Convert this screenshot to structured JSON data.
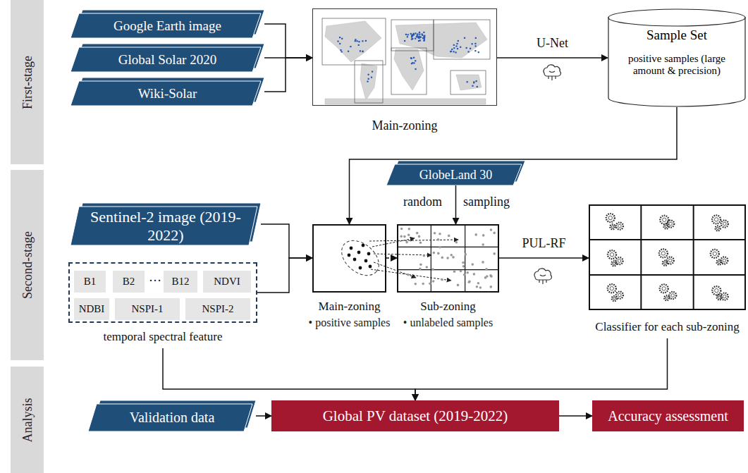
{
  "diagram": {
    "nodes": [
      {
        "text": [
          "First-stage"
        ]
      },
      {
        "text": [
          "Google Earth image"
        ]
      },
      {
        "text": [
          "Global Solar 2020"
        ]
      },
      {
        "text": [
          "Wiki-Solar"
        ]
      },
      {
        "text": [
          "Main-zoning"
        ]
      },
      {
        "text": [
          "Sample Set",
          "positive samples (large amount & precision)"
        ]
      },
      {
        "text": [
          "Second-stage"
        ]
      },
      {
        "text": [
          "GlobeLand 30"
        ]
      },
      {
        "text": [
          "Sentinel-2 image (2019-2022)"
        ]
      },
      {
        "text": [
          "temporal spectral feature"
        ]
      },
      {
        "text": [
          "B1"
        ],
        "in": 9
      },
      {
        "text": [
          "B2"
        ],
        "in": 9
      },
      {
        "text": [
          "B12"
        ],
        "in": 9
      },
      {
        "text": [
          "NDVI"
        ],
        "in": 9
      },
      {
        "text": [
          "NDBI"
        ],
        "in": 9
      },
      {
        "text": [
          "NSPI-1"
        ],
        "in": 9
      },
      {
        "text": [
          "NSPI-2"
        ],
        "in": 9
      },
      {
        "text": [
          "Main-zoning",
          "• positive samples"
        ]
      },
      {
        "text": [
          "Sub-zoning",
          "• unlabeled samples"
        ]
      },
      {
        "text": [
          "Classifier for each sub-zoning"
        ]
      },
      {
        "text": [
          "Analysis"
        ]
      },
      {
        "text": [
          "Validation data"
        ]
      },
      {
        "text": [
          "Global PV dataset (2019-2022)"
        ]
      },
      {
        "text": [
          "Accuracy assessment"
        ]
      }
    ],
    "edges": [
      {
        "from": 1,
        "to": 4,
        "arrow": "to"
      },
      {
        "from": 2,
        "to": 4,
        "arrow": "to"
      },
      {
        "from": 3,
        "to": 4,
        "arrow": "to"
      },
      {
        "from": 4,
        "to": 5,
        "label": "U-Net",
        "arrow": "to"
      },
      {
        "from": 5,
        "to": 17,
        "arrow": "to"
      },
      {
        "from": 7,
        "to": 18,
        "arrow": "to"
      },
      {
        "from": 8,
        "to": 17,
        "arrow": "to"
      },
      {
        "from": 9,
        "to": 17,
        "arrow": "to"
      },
      {
        "from": 17,
        "to": 18,
        "arrow": "to"
      },
      {
        "from": 18,
        "to": 19,
        "label": "PUL-RF",
        "arrow": "to"
      },
      {
        "from": 9,
        "to": 22,
        "arrow": "to"
      },
      {
        "from": 19,
        "to": 22,
        "arrow": "to"
      },
      {
        "from": 21,
        "to": 22,
        "arrow": "to"
      },
      {
        "from": 22,
        "to": 23,
        "arrow": "to"
      }
    ],
    "labels": [
      "random",
      "sampling",
      "…"
    ]
  }
}
